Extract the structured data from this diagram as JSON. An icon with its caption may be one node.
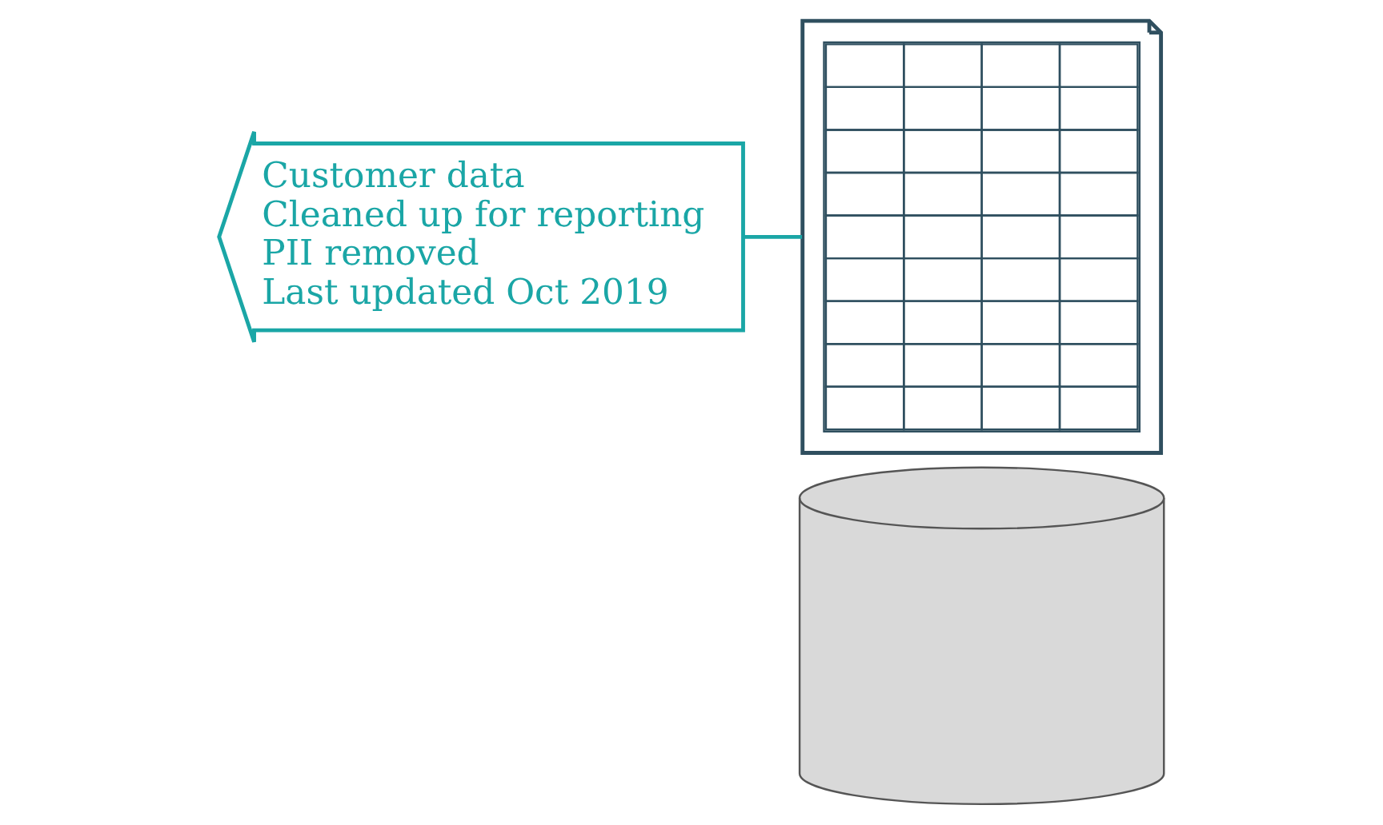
{
  "diagram": {
    "nodes": [
      {
        "text": [],
        "shape": "cylinder"
      },
      {
        "text": [],
        "shape": "document"
      },
      {
        "text": [
          "Customer data",
          "Cleaned up for reporting",
          "PII removed",
          "Last updated Oct 2019"
        ]
      }
    ],
    "edges": [
      {
        "from": 2,
        "to": 1,
        "arrow": "none"
      }
    ]
  }
}
